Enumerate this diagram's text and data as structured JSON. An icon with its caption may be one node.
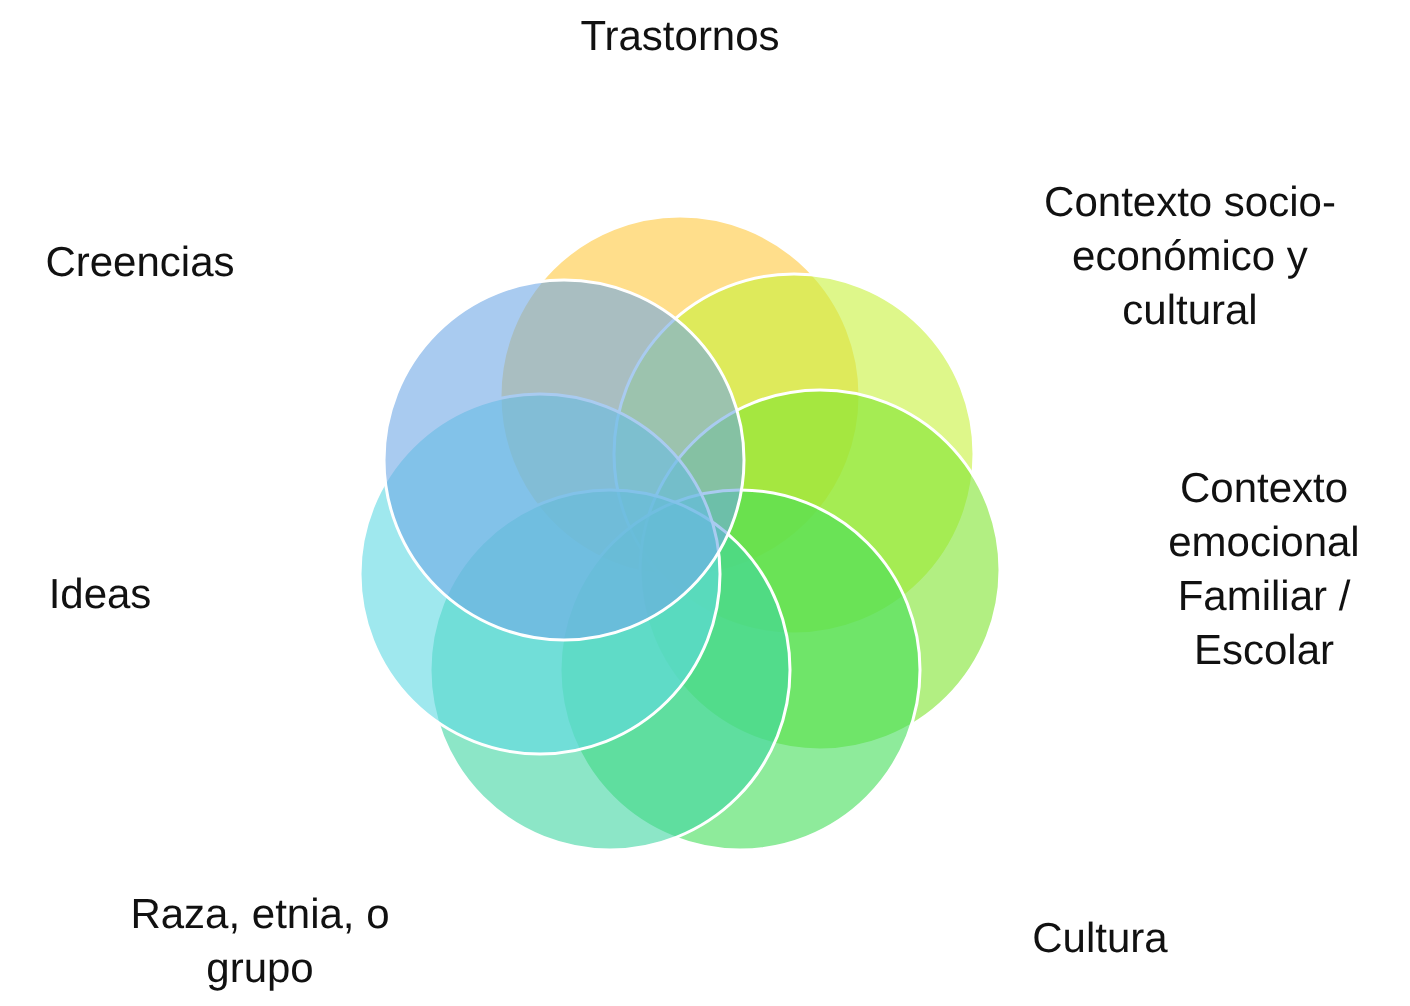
{
  "diagram": {
    "labels": [
      "Trastornos",
      "Creencias",
      "Contexto socio-económico y cultural",
      "Contexto emocional Familiar / Escolar",
      "Ideas",
      "Raza, etnia, o grupo",
      "Cultura"
    ]
  }
}
